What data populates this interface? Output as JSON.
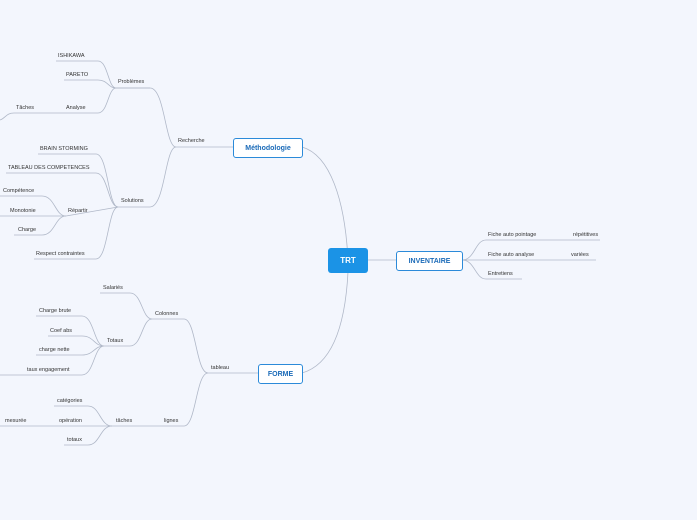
{
  "colors": {
    "background": "#f3f6fd",
    "root_fill": "#1b93e6",
    "main_border": "#2b8ad9",
    "line": "#b0b8c8"
  },
  "root": {
    "label": "TRT"
  },
  "nodes": {
    "methodologie": "Méthodologie",
    "inventaire": "INVENTAIRE",
    "forme": "FORME",
    "recherche": "Recherche",
    "problemes": "Problèmes",
    "ishikawa": "ISHIKAWA",
    "pareto": "PARETO",
    "analyse": "Analyse",
    "taches_a": "Tâches",
    "solutions": "Solutions",
    "brainstorming": "BRAIN STORMING",
    "tableau_competences": "TABLEAU DES COMPETENCES",
    "repartir": "Répartir",
    "competence": "Compétence",
    "monotonie": "Monotonie",
    "charge": "Charge",
    "respect": "Respect contraintes",
    "fiche_pointage": "Fiche auto pointage",
    "repetitives": "répétitives",
    "fiche_analyse": "Fiche auto analyse",
    "variees": "variées",
    "entretiens": "Entretiens",
    "tableau": "tableau",
    "colonnes": "Colonnes",
    "salaries": "Salariés",
    "totaux": "Totaux",
    "charge_brute": "Charge brute",
    "coef_abs": "Coef abs",
    "charge_nette": "charge nette",
    "taux_engagement": "taux engagement",
    "lignes": "lignes",
    "taches_b": "tâches",
    "categories": "catégories",
    "operation": "opération",
    "mesuree": "mesurée",
    "totaux2": "totaux"
  }
}
